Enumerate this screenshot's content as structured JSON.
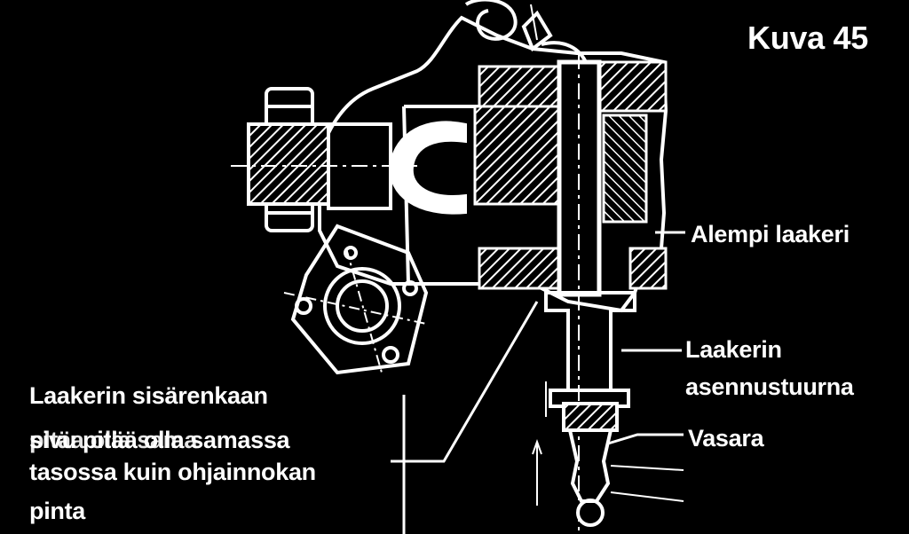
{
  "figure_title": "Kuva 45",
  "labels": {
    "lower_bearing": "Alempi laakeri",
    "tool_line1": "Laakerin",
    "tool_line2": "asennustuurna",
    "hammer": "Vasara",
    "note_line1": "Laakerin sisärenkaan",
    "note_line2a": "sivu pitää olla samassa",
    "note_line2b": "pltäa olla sama",
    "note_line3": "tasossa kuin ohjainnokan",
    "note_line4": "pinta"
  },
  "colors": {
    "background": "#000000",
    "ink": "#ffffff"
  }
}
